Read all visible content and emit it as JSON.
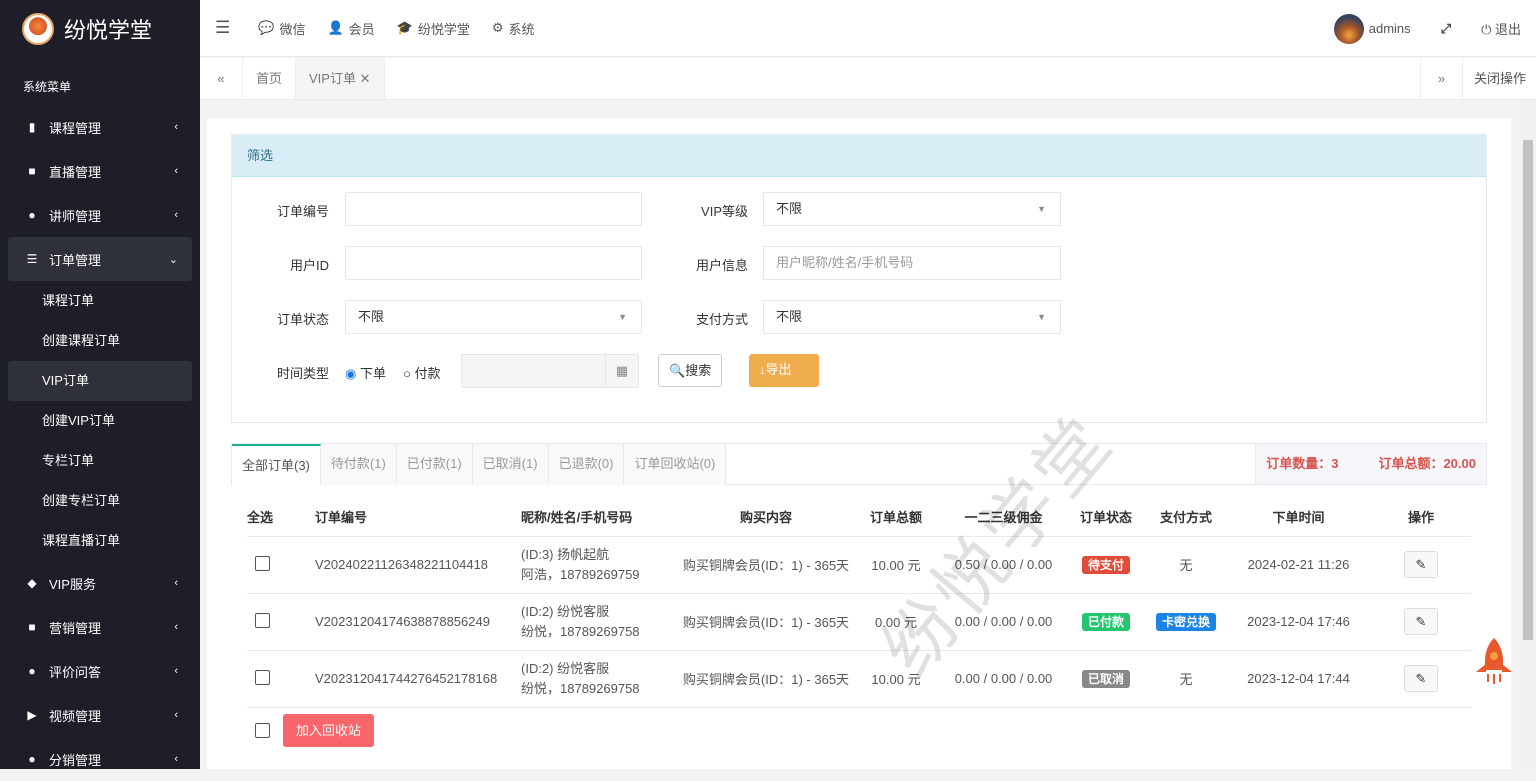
{
  "app": {
    "title": "纷悦学堂",
    "menu_title": "系统菜单"
  },
  "sidebar": {
    "items": [
      {
        "label": "课程管理",
        "icon": "book-icon"
      },
      {
        "label": "直播管理",
        "icon": "video-icon"
      },
      {
        "label": "讲师管理",
        "icon": "user-tie-icon"
      },
      {
        "label": "订单管理",
        "icon": "list-icon"
      },
      {
        "label": "VIP服务",
        "icon": "diamond-icon"
      },
      {
        "label": "营销管理",
        "icon": "gift-icon"
      },
      {
        "label": "评价问答",
        "icon": "comment-icon"
      },
      {
        "label": "视频管理",
        "icon": "play-icon"
      },
      {
        "label": "分销管理",
        "icon": "users-icon"
      }
    ],
    "sub_items": [
      "课程订单",
      "创建课程订单",
      "VIP订单",
      "创建VIP订单",
      "专栏订单",
      "创建专栏订单",
      "课程直播订单"
    ]
  },
  "topnav": {
    "items": [
      "微信",
      "会员",
      "纷悦学堂",
      "系统"
    ],
    "user": "admins",
    "logout": "退出"
  },
  "tabs": {
    "home": "首页",
    "current": "VIP订单",
    "close_ops": "关闭操作"
  },
  "filter": {
    "title": "筛选",
    "order_no_label": "订单编号",
    "vip_level_label": "VIP等级",
    "vip_level_value": "不限",
    "user_id_label": "用户ID",
    "user_info_label": "用户信息",
    "user_info_placeholder": "用户昵称/姓名/手机号码",
    "status_label": "订单状态",
    "status_value": "不限",
    "pay_label": "支付方式",
    "pay_value": "不限",
    "time_type_label": "时间类型",
    "time_opt1": "下单",
    "time_opt2": "付款",
    "search": "搜索",
    "export": "导出"
  },
  "order_tabs": [
    "全部订单(3)",
    "待付款(1)",
    "已付款(1)",
    "已取消(1)",
    "已退款(0)",
    "订单回收站(0)"
  ],
  "stats": {
    "count": "订单数量：3",
    "total": "订单总额：20.00"
  },
  "table": {
    "headers": [
      "全选",
      "订单编号",
      "昵称/姓名/手机号码",
      "购买内容",
      "订单总额",
      "一二三级佣金",
      "订单状态",
      "支付方式",
      "下单时间",
      "操作"
    ],
    "rows": [
      {
        "no": "V20240221126348221104418",
        "user1": "(ID:3) 扬帆起航",
        "user2": "阿浩，18789269759",
        "content": "购买铜牌会员(ID：1) - 365天",
        "total": "10.00 元",
        "commission": "0.50 / 0.00 / 0.00",
        "status": "待支付",
        "status_color": "#e04b3a",
        "pay": "无",
        "time": "2024-02-21 11:26"
      },
      {
        "no": "V20231204174638878856249",
        "user1": "(ID:2) 纷悦客服",
        "user2": "纷悦，18789269758",
        "content": "购买铜牌会员(ID：1) - 365天",
        "total": "0.00 元",
        "commission": "0.00 / 0.00 / 0.00",
        "status": "已付款",
        "status_color": "#23c66f",
        "pay": "卡密兑换",
        "time": "2023-12-04 17:46"
      },
      {
        "no": "V20231204174427645217816​8",
        "user1": "(ID:2) 纷悦客服",
        "user2": "纷悦，18789269758",
        "content": "购买铜牌会员(ID：1) - 365天",
        "total": "10.00 元",
        "commission": "0.00 / 0.00 / 0.00",
        "status": "已取消",
        "status_color": "#888888",
        "pay": "无",
        "time": "2023-12-04 17:44"
      }
    ],
    "recycle": "加入回收站"
  },
  "watermark": "纷悦学堂"
}
